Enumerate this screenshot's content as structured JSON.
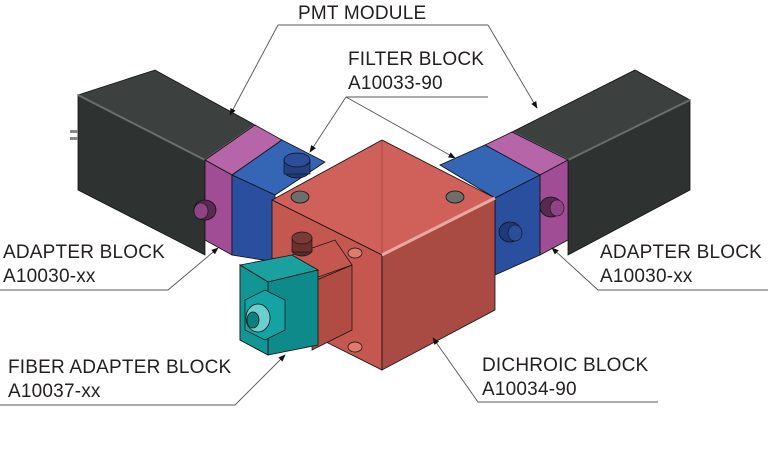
{
  "title": "PMT module assembly diagram",
  "labels": {
    "pmt_module": {
      "name": "PMT MODULE"
    },
    "filter_block": {
      "name": "FILTER BLOCK",
      "part": "A10033-90"
    },
    "adapter_left": {
      "name": "ADAPTER BLOCK",
      "part": "A10030-xx"
    },
    "adapter_right": {
      "name": "ADAPTER BLOCK",
      "part": "A10030-xx"
    },
    "fiber_adapter": {
      "name": "FIBER ADAPTER BLOCK",
      "part": "A10037-xx"
    },
    "dichroic": {
      "name": "DICHROIC BLOCK",
      "part": "A10034-90"
    }
  },
  "colors": {
    "pmt_body": "#2e3230",
    "pmt_top": "#3c403e",
    "adapter": "#a04d95",
    "adapter_top": "#b565a8",
    "filter": "#2a4f9e",
    "filter_top": "#3566b6",
    "dichroic_top": "#d0605a",
    "dichroic_left": "#c4574f",
    "dichroic_right": "#a94a43",
    "fiber": "#0f8a8a",
    "fiber_top": "#1aa09e",
    "leader": "#555555"
  }
}
